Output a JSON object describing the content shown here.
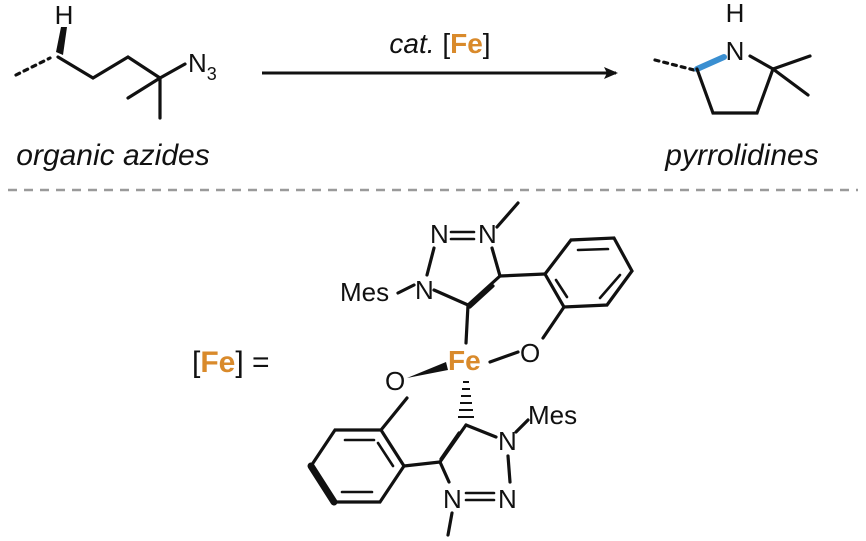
{
  "reaction": {
    "reactant_label": "organic azides",
    "product_label": "pyrrolidines",
    "azide_group": "N",
    "azide_subscript": "3",
    "hydrogen": "H",
    "product_nh": "N",
    "product_h": "H",
    "catalyst_prefix": "cat.",
    "catalyst_open": "[",
    "catalyst_metal": "Fe",
    "catalyst_close": "]"
  },
  "catalyst_def": {
    "open": "[",
    "metal": "Fe",
    "close": "] =",
    "fe_center": "Fe",
    "o_right": "O",
    "o_left": "O",
    "mes_top": "Mes",
    "mes_bottom": "Mes",
    "n_top_1": "N",
    "n_top_2": "N",
    "n_top_3": "N",
    "n_bot_1": "N",
    "n_bot_2": "N",
    "n_bot_3": "N",
    "n_bond": "N=N"
  },
  "colors": {
    "fe_accent": "#d98a2b",
    "highlight_bond": "#3a8fd1",
    "divider": "#9a9a9a",
    "ink": "#111111"
  }
}
